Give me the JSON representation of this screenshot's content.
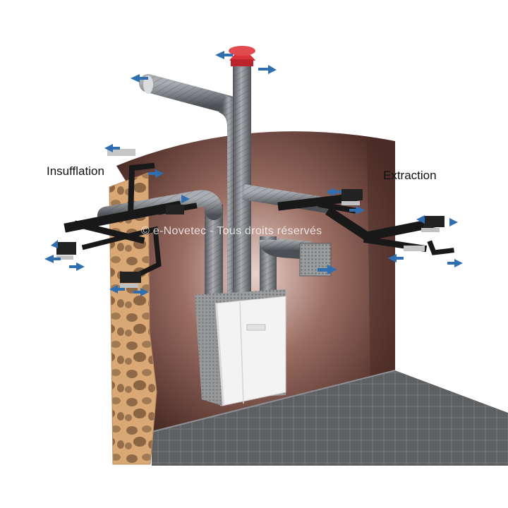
{
  "labels": {
    "left": "Insufflation",
    "right": "Extraction"
  },
  "watermark": "© e-Novetec - Tous droits réservés",
  "colors": {
    "duct_grey": "#7b7e82",
    "duct_black": "#1a1a1a",
    "wall_brown": "#5b3a34",
    "stone_tan": "#d4a271",
    "floor_grey": "#6d6f71",
    "roof_cap_red": "#d8343a",
    "airflow_arrow_blue": "#2f6fb0",
    "unit_white": "#f2f2f2"
  },
  "icons": [
    "airflow-arrow-icon",
    "roof-cap-icon"
  ]
}
